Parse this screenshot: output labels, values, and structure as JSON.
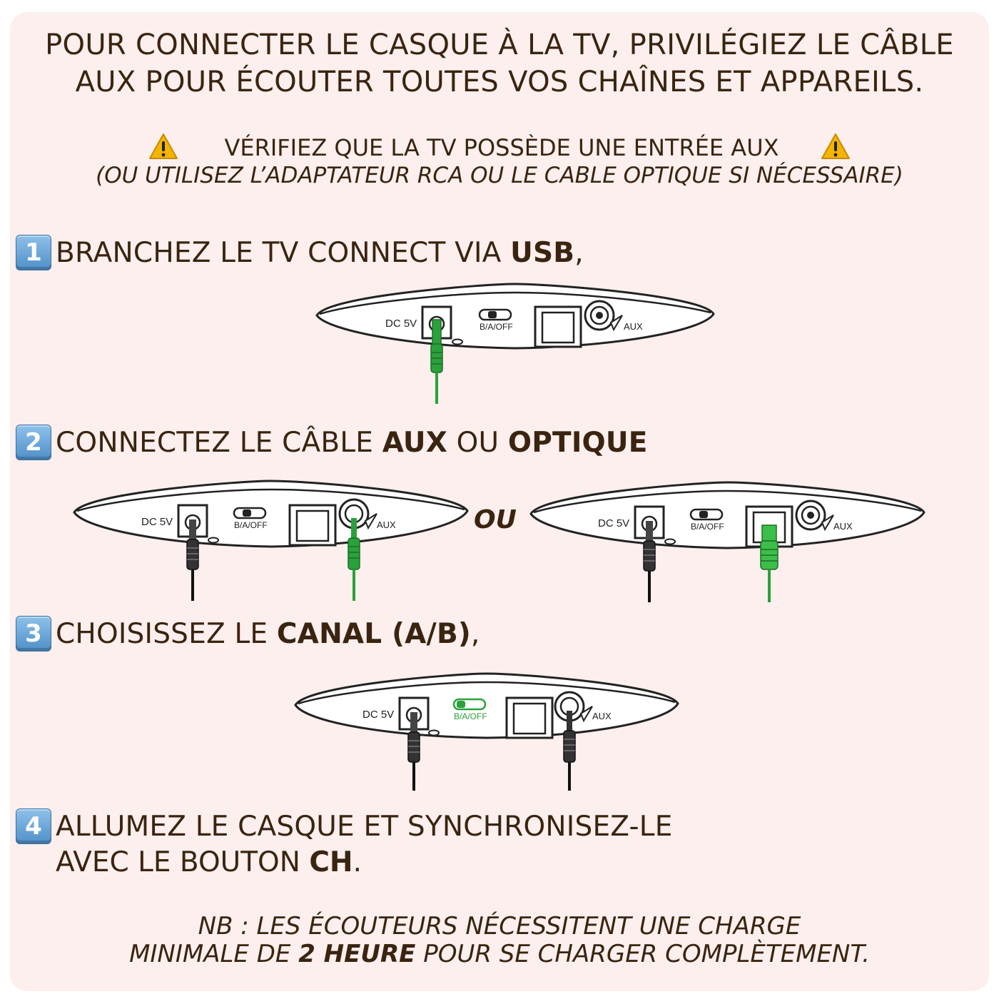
{
  "header": {
    "title_line1": "POUR CONNECTER LE CASQUE À LA TV, PRIVILÉGIEZ LE CÂBLE",
    "title_line2": "AUX POUR ÉCOUTER TOUTES VOS CHAÎNES ET APPAREILS.",
    "warning_text": "VÉRIFIEZ QUE LA TV POSSÈDE UNE ENTRÉE AUX",
    "warning_note": "(OU UTILISEZ L’ADAPTATEUR RCA OU LE CABLE OPTIQUE SI NÉCESSAIRE)"
  },
  "steps": [
    {
      "number": "1",
      "text": "BRANCHEZ LE TV CONNECT VIA ",
      "bold": "USB",
      "after": ","
    },
    {
      "number": "2",
      "text": "CONNECTEZ LE CÂBLE ",
      "bold": "AUX",
      "middle": " OU ",
      "bold2": "OPTIQUE"
    },
    {
      "number": "3",
      "text": "CHOISISSEZ LE ",
      "bold": "CANAL (A/B)",
      "after": ","
    },
    {
      "number": "4",
      "text": "ALLUMEZ LE CASQUE ET SYNCHRONISEZ-LE",
      "line2_text": "AVEC LE BOUTON ",
      "line2_bold": "CH",
      "line2_after": "."
    }
  ],
  "device_labels": {
    "dc": "DC 5V",
    "switch": "B/A/OFF",
    "aux": "AUX"
  },
  "or_label": "OU",
  "footnote": {
    "line1": "NB : LES ÉCOUTEURS NÉCESSITENT UNE CHARGE",
    "line2_pre": "MINIMALE DE ",
    "line2_bold": "2 HEURE",
    "line2_post": " POUR SE CHARGER COMPLÈTEMENT."
  },
  "colors": {
    "background": "#fcefed",
    "text": "#3a2410",
    "accent_green": "#2aa13a",
    "keycap": "#5b9bd5",
    "warning": "#f4b400"
  }
}
